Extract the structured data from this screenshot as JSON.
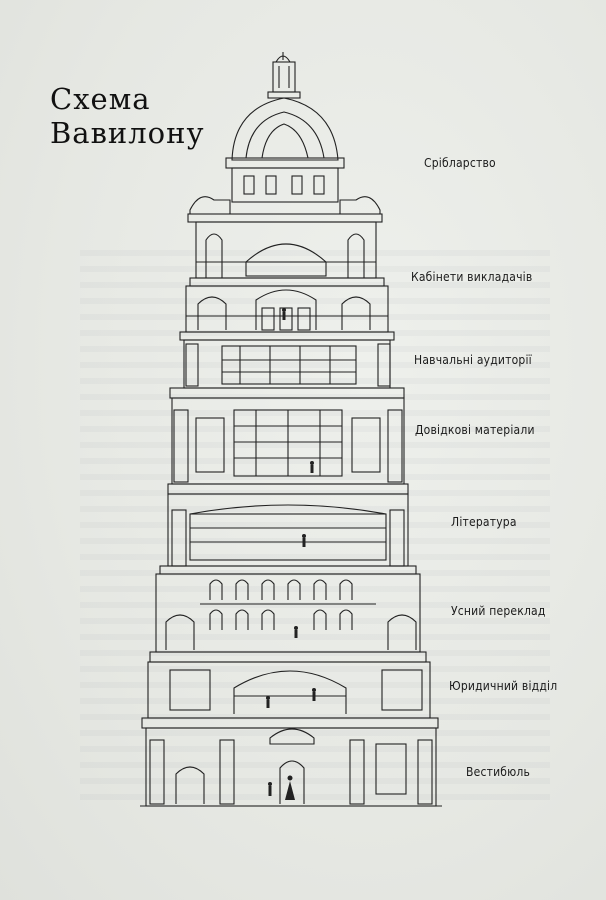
{
  "title": {
    "line1": "Схема",
    "line2": "Вавилону"
  },
  "floors": [
    {
      "label": "Срібларство"
    },
    {
      "label": "Кабінети викладачів"
    },
    {
      "label": "Навчальні аудиторії"
    },
    {
      "label": "Довідкові матеріали"
    },
    {
      "label": "Література"
    },
    {
      "label": "Усний переклад"
    },
    {
      "label": "Юридичний відділ"
    },
    {
      "label": "Вестибюль"
    }
  ]
}
